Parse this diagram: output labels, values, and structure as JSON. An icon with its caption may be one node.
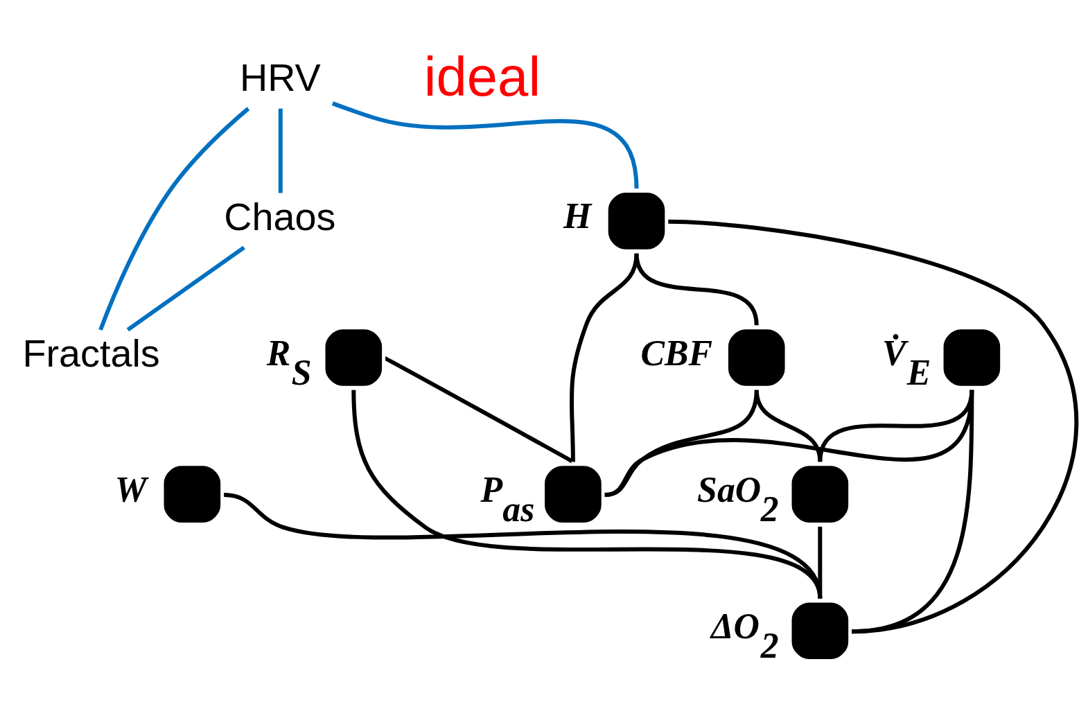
{
  "diagram": {
    "nodes": [
      {
        "text": [
          "Chaos"
        ]
      },
      {
        "text": [
          "HRV"
        ]
      },
      {
        "text": [
          "Fractals"
        ]
      },
      {
        "text": [
          "V̇$_{E}$"
        ]
      },
      {
        "text": [
          "CBF"
        ]
      },
      {
        "text": [
          "H"
        ]
      },
      {
        "text": [
          "SaO$_{2}$"
        ]
      },
      {
        "text": [
          "R$_{S}$"
        ]
      },
      {
        "text": [
          "P$_{as}$"
        ]
      },
      {
        "text": [
          "W"
        ]
      },
      {
        "text": [
          "ΔO$_{2}$"
        ]
      }
    ],
    "edges": [
      {
        "from": 1,
        "to": 0,
        "arrow": "none",
        "color": "#0070c0"
      },
      {
        "from": 0,
        "to": 2,
        "arrow": "none",
        "color": "#0070c0"
      },
      {
        "from": 1,
        "to": 2,
        "arrow": "none",
        "color": "#0070c0"
      },
      {
        "from": 1,
        "to": 5,
        "arrow": "none",
        "color": "#0070c0"
      },
      {
        "from": 3,
        "to": 6,
        "arrow": "none"
      },
      {
        "from": 3,
        "to": 8,
        "arrow": "none"
      },
      {
        "from": 3,
        "to": 10,
        "arrow": "none"
      },
      {
        "from": 5,
        "to": 4,
        "arrow": "none"
      },
      {
        "from": 4,
        "to": 6,
        "arrow": "none"
      },
      {
        "from": 4,
        "to": 8,
        "arrow": "none"
      },
      {
        "from": 5,
        "to": 8,
        "arrow": "none"
      },
      {
        "from": 5,
        "to": 10,
        "arrow": "none"
      },
      {
        "from": 6,
        "to": 10,
        "arrow": "none"
      },
      {
        "from": 7,
        "to": 8,
        "arrow": "none"
      },
      {
        "from": 7,
        "to": 10,
        "arrow": "none"
      },
      {
        "from": 9,
        "to": 10,
        "arrow": "none"
      }
    ],
    "labels": [
      "ideal"
    ]
  }
}
